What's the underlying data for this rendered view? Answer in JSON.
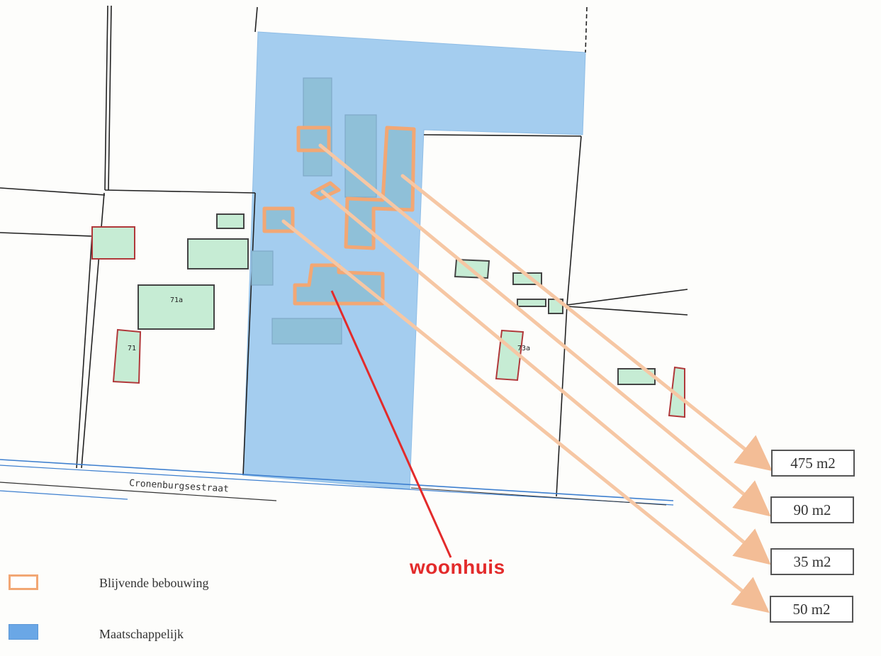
{
  "map": {
    "street_name": "Cronenburgsestraat",
    "house_numbers": [
      "71a",
      "71",
      "73a"
    ],
    "callout_label": "woonhuis",
    "callout_color": "#e32b2b",
    "areas": [
      "475 m2",
      "90 m2",
      "35 m2",
      "50 m2"
    ],
    "colors": {
      "maatschappelijk_fill": "#a4cdef",
      "building_fill": "#c6ecd4",
      "building_outline": "#b0383a",
      "blijvende_outline": "#f2a774",
      "arrow": "#f6c7a4"
    }
  },
  "legend": {
    "items": [
      {
        "label": "Blijvende bebouwing",
        "swatch": "orange-outline"
      },
      {
        "label": "Maatschappelijk",
        "swatch": "blue-fill"
      }
    ]
  }
}
